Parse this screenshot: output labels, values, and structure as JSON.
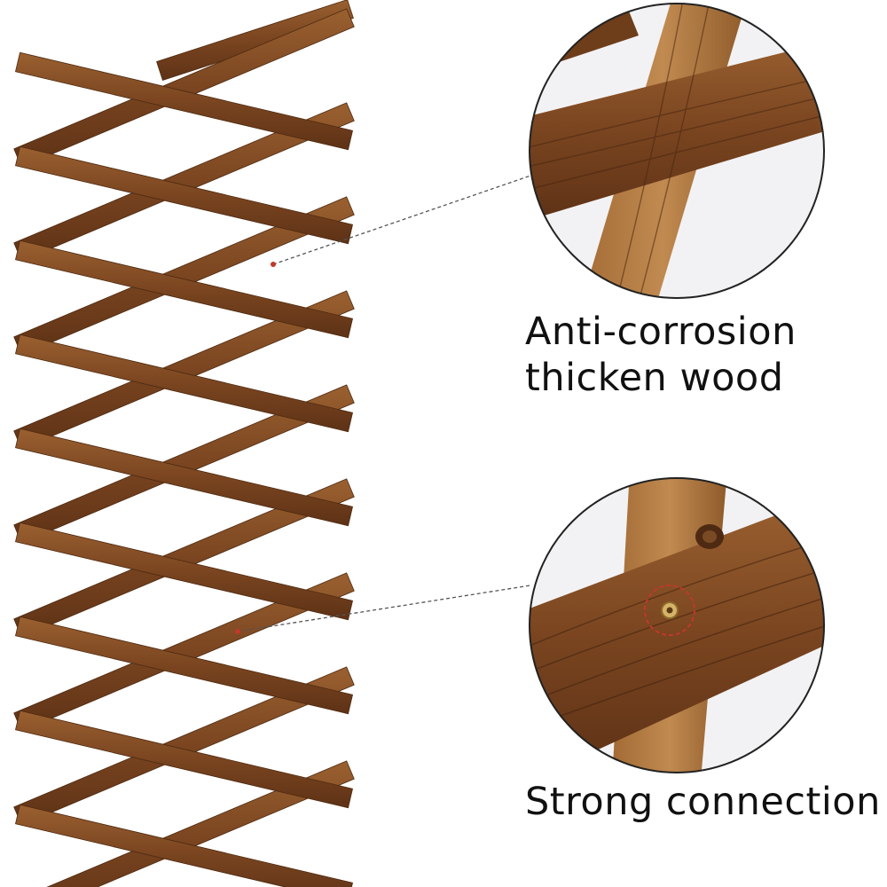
{
  "captions": {
    "top": {
      "line1": "Anti-corrosion",
      "line2": "thicken wood"
    },
    "bottom": {
      "line1": "Strong connection"
    }
  },
  "colors": {
    "wood_dark": "#6b3a1c",
    "wood_mid": "#8a5428",
    "wood_light": "#b07a45",
    "callout_marker": "#c0392b",
    "leader_line": "#555555",
    "circle_border": "#222222"
  },
  "icons": {
    "connector": "brass-rivet-icon"
  }
}
